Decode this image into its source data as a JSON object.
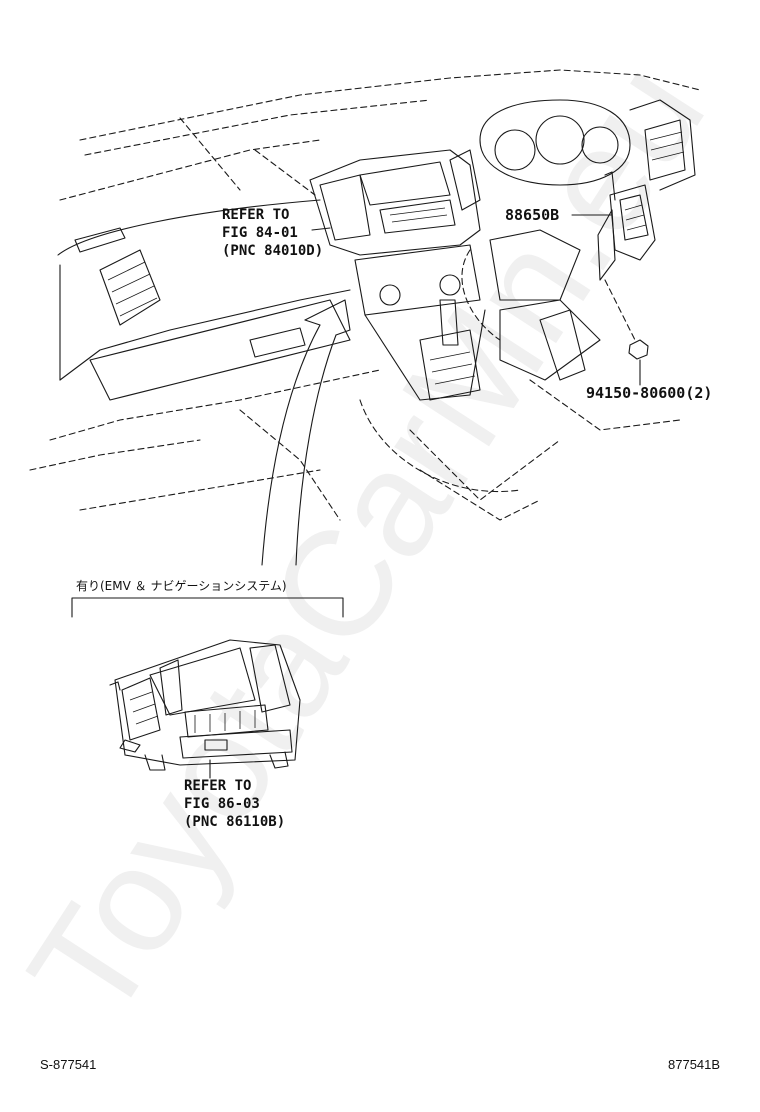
{
  "watermark": "ToyotaCarMn.eu",
  "callouts": {
    "main_refer": [
      "REFER TO",
      "FIG 84-01",
      "(PNC 84010D)"
    ],
    "option_refer": [
      "REFER TO",
      "FIG 86-03",
      "(PNC 86110B)"
    ]
  },
  "parts": {
    "bracket": "88650B",
    "nut": "94150-80600(2)"
  },
  "option_label": "有り(EMV ＆ ナビゲーションシステム)",
  "footer": {
    "left": "S-877541",
    "right": "877541B"
  }
}
